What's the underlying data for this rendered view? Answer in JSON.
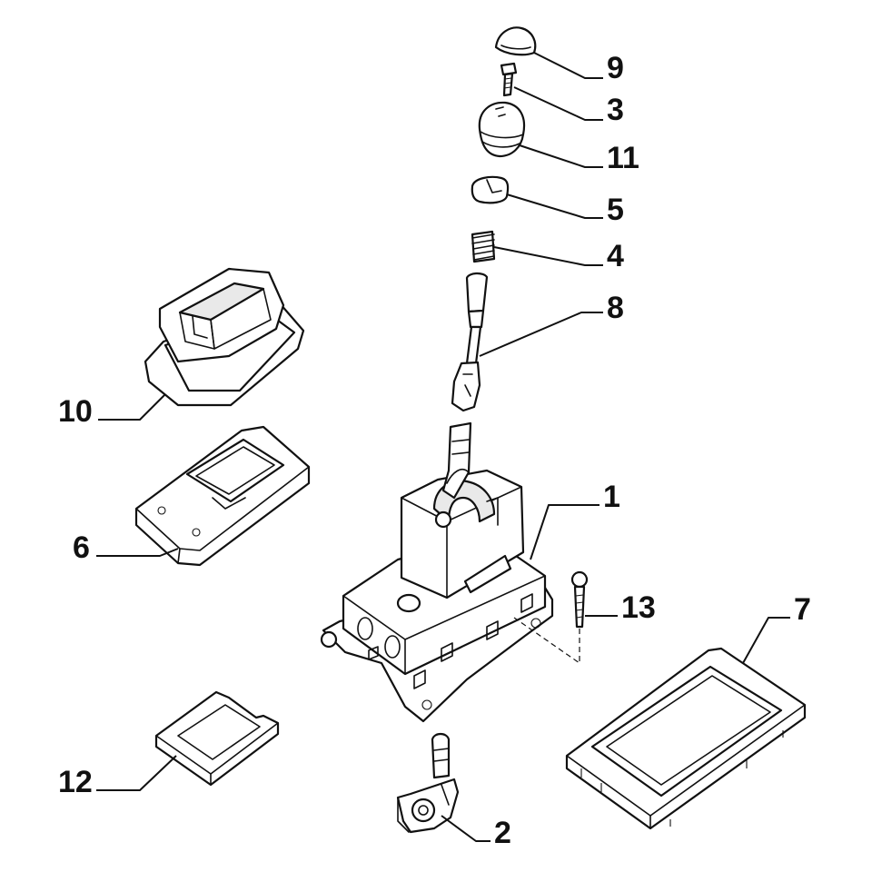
{
  "callouts": {
    "c1": "1",
    "c2": "2",
    "c3": "3",
    "c4": "4",
    "c5": "5",
    "c6": "6",
    "c7": "7",
    "c8": "8",
    "c9": "9",
    "c10": "10",
    "c11": "11",
    "c12": "12",
    "c13": "13"
  },
  "colors": {
    "line": "#111111",
    "fill": "#ffffff",
    "shade": "#e9e9e9"
  }
}
